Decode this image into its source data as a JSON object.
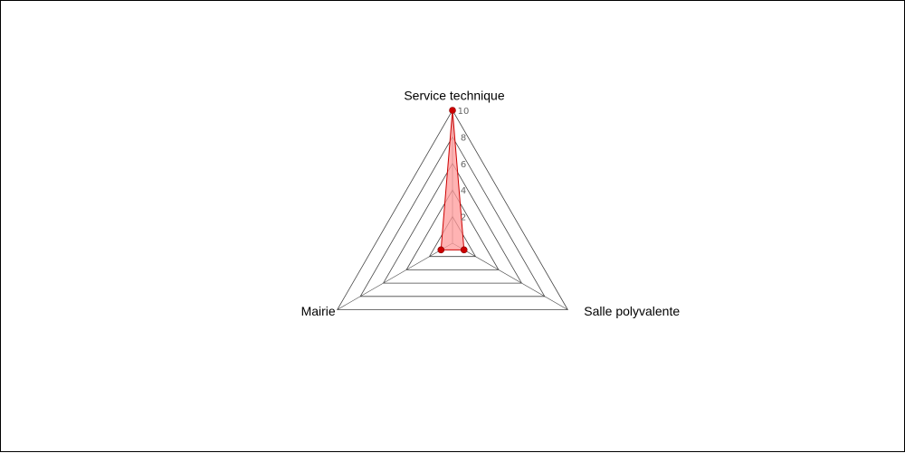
{
  "chart_data": {
    "type": "radar",
    "categories": [
      "Service technique",
      "Salle polyvalente",
      "Mairie"
    ],
    "series": [
      {
        "values": [
          10,
          1,
          1
        ]
      }
    ],
    "rlim": [
      0,
      10
    ],
    "ticks": [
      {
        "value": 2,
        "label": "2"
      },
      {
        "value": 4,
        "label": "4"
      },
      {
        "value": 6,
        "label": "6"
      },
      {
        "value": 8,
        "label": "8"
      },
      {
        "value": 10,
        "label": "10"
      }
    ],
    "grid": true,
    "legend": "none",
    "colors": {
      "series_line": "#cc0000",
      "series_fill": "#ff9999",
      "marker": "#cc0000",
      "grid": "#444444",
      "tick_label": "#666666"
    }
  }
}
